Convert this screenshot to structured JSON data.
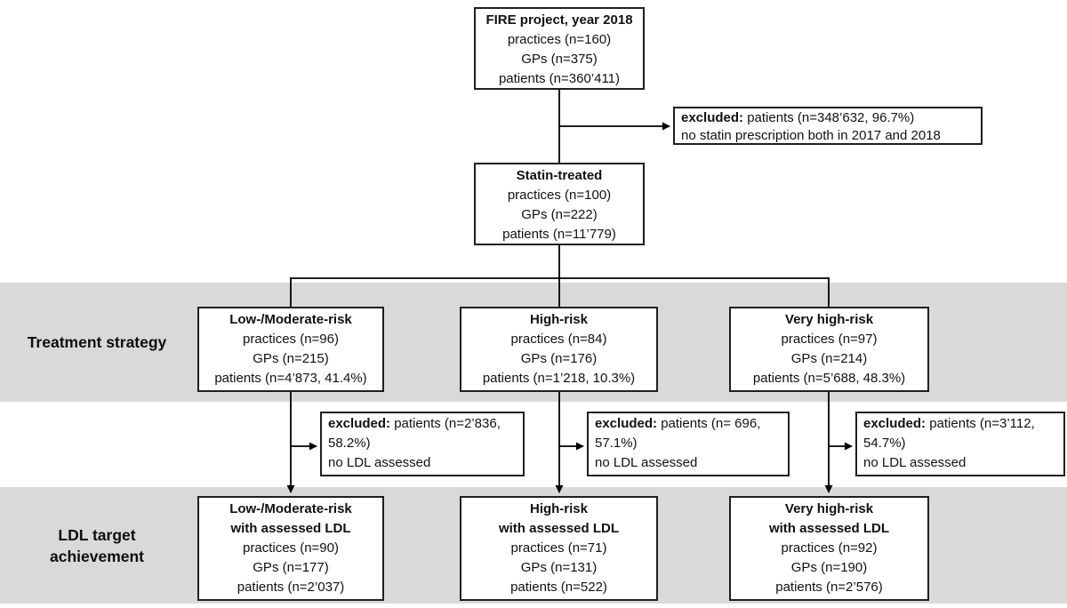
{
  "figure": {
    "background": "#ffffff",
    "band_color": "#d9d9d9",
    "line_color": "#000000"
  },
  "side_labels": {
    "treatment_strategy": "Treatment strategy",
    "ldl_target_line1": "LDL target",
    "ldl_target_line2": "achievement"
  },
  "boxes": {
    "fire": {
      "title": "FIRE project, year 2018",
      "lines": [
        "practices (n=160)",
        "GPs (n=375)",
        "patients (n=360’411)"
      ]
    },
    "statin": {
      "title": "Statin-treated",
      "lines": [
        "practices (n=100)",
        "GPs (n=222)",
        "patients (n=11’779)"
      ]
    },
    "low_moderate_risk": {
      "title": "Low-/Moderate-risk",
      "lines": [
        "practices (n=96)",
        "GPs (n=215)",
        "patients (n=4’873, 41.4%)"
      ]
    },
    "high_risk": {
      "title": "High-risk",
      "lines": [
        "practices (n=84)",
        "GPs (n=176)",
        "patients (n=1’218, 10.3%)"
      ]
    },
    "very_high_risk": {
      "title": "Very high-risk",
      "lines": [
        "practices (n=97)",
        "GPs (n=214)",
        "patients (n=5’688, 48.3%)"
      ]
    },
    "low_moderate_ldl": {
      "title1": "Low-/Moderate-risk",
      "title2": "with assessed LDL",
      "lines": [
        "practices (n=90)",
        "GPs (n=177)",
        "patients (n=2’037)"
      ]
    },
    "high_ldl": {
      "title1": "High-risk",
      "title2": "with assessed LDL",
      "lines": [
        "practices (n=71)",
        "GPs (n=131)",
        "patients (n=522)"
      ]
    },
    "very_high_ldl": {
      "title1": "Very high-risk",
      "title2": "with assessed LDL",
      "lines": [
        "practices (n=92)",
        "GPs (n=190)",
        "patients (n=2’576)"
      ]
    }
  },
  "exclusions": {
    "statin": {
      "label": "excluded:",
      "line1": " patients (n=348’632, 96.7%)",
      "line2": "no statin prescription both in 2017 and 2018"
    },
    "low_moderate": {
      "label": "excluded:",
      "line1": " patients (n=2’836,",
      "line2": "58.2%)",
      "line3": "no LDL assessed"
    },
    "high": {
      "label": "excluded:",
      "line1": " patients (n= 696,",
      "line2": "57.1%)",
      "line3": "no LDL assessed"
    },
    "very_high": {
      "label": "excluded:",
      "line1": " patients (n=3’112,",
      "line2": "54.7%)",
      "line3": "no LDL assessed"
    }
  }
}
